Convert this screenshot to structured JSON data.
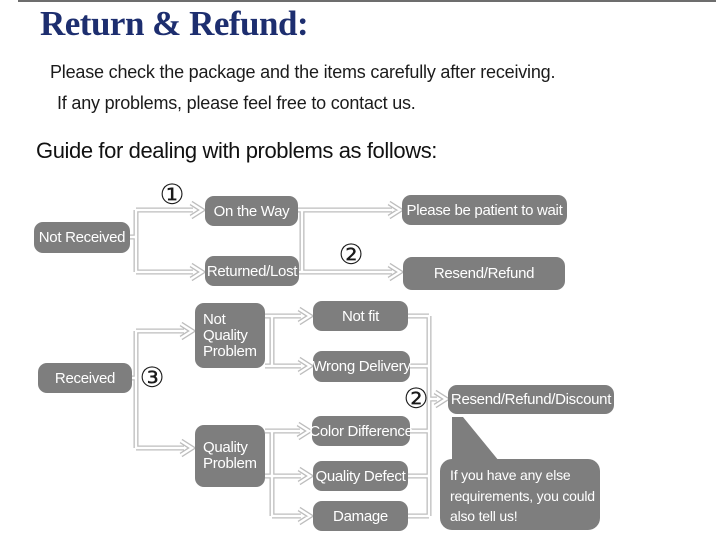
{
  "page": {
    "background": "#ffffff",
    "navy": "#1d2e6f",
    "box_gray": "#7e7e7e",
    "line_gray": "#bdbdbd"
  },
  "header": {
    "title": "Return & Refund:",
    "subtitle_line1": "Please check the package and the items carefully after receiving.",
    "subtitle_line2": "If any problems, please feel free to contact us.",
    "guide_heading": "Guide for dealing with problems as follows:"
  },
  "flowchart": {
    "markers": {
      "step1": "①",
      "step2_first": "②",
      "step3": "③",
      "step2_second": "②"
    },
    "nodes": {
      "not_received": "Not Received",
      "on_the_way": "On the Way",
      "returned_lost": "Returned/Lost",
      "please_wait": "Please be patient to wait",
      "resend_refund": "Resend/Refund",
      "received": "Received",
      "not_quality_problem": "Not Quality Problem",
      "quality_problem": "Quality Problem",
      "not_fit": "Not fit",
      "wrong_delivery": "Wrong Delivery",
      "color_difference": "Color Difference",
      "quality_defect": "Quality Defect",
      "damage": "Damage",
      "resend_refund_discount": "Resend/Refund/Discount"
    },
    "bubble": {
      "line1": "If you have any else",
      "line2": "requirements, you could",
      "line3": "also tell us!"
    }
  }
}
